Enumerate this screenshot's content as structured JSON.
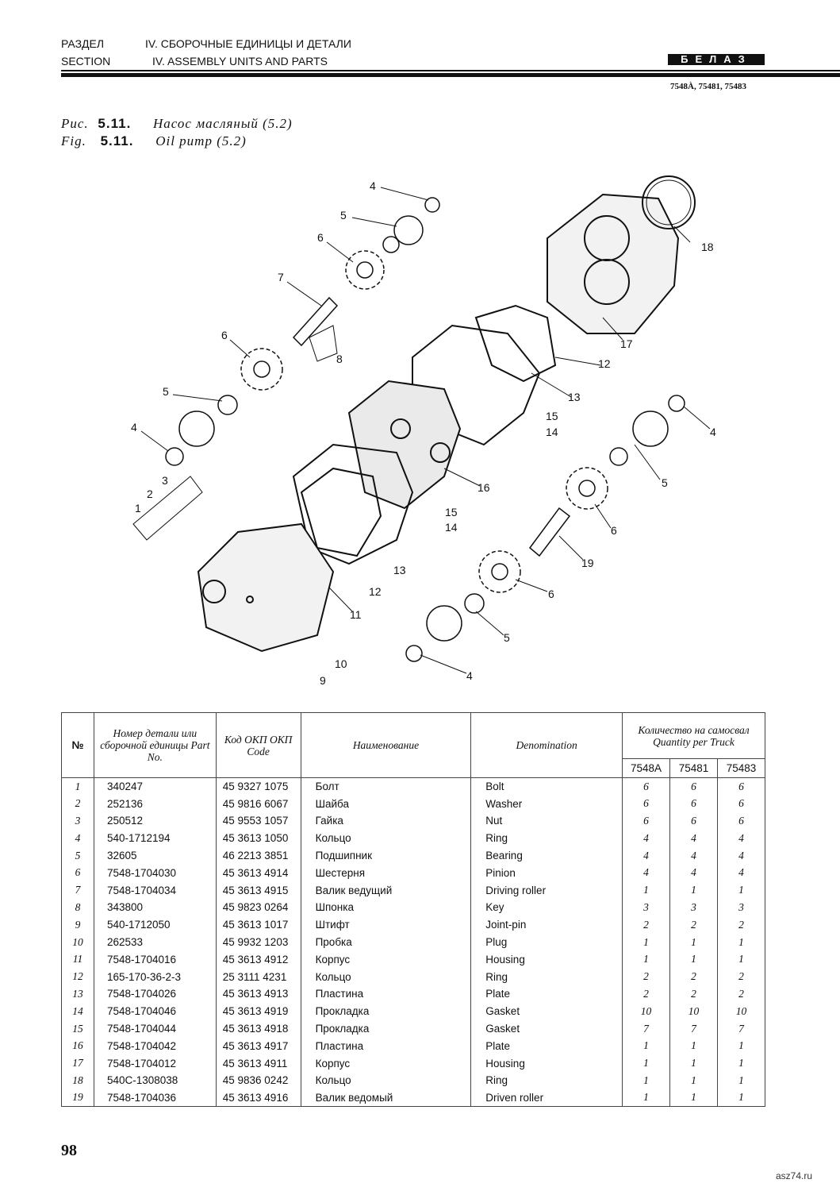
{
  "header": {
    "section_ru_label": "РАЗДЕЛ",
    "section_ru": "IV. СБОРОЧНЫЕ ЕДИНИЦЫ И ДЕТАЛИ",
    "section_en_label": "SECTION",
    "section_en": "IV. ASSEMBLY UNITS AND PARTS",
    "logo": "БЕЛАЗ",
    "models": "7548À, 75481, 75483"
  },
  "figure": {
    "ru_prefix": "Рис.",
    "number": "5.11.",
    "ru_title": "Насос масляный (5.2)",
    "en_prefix": "Fig.",
    "en_title": "Oil pump (5.2)",
    "callouts": [
      "4",
      "5",
      "6",
      "7",
      "6",
      "8",
      "5",
      "4",
      "3",
      "2",
      "1",
      "18",
      "17",
      "12",
      "13",
      "15",
      "14",
      "4",
      "16",
      "5",
      "15",
      "14",
      "6",
      "19",
      "13",
      "12",
      "6",
      "11",
      "5",
      "10",
      "4",
      "9"
    ]
  },
  "table": {
    "headers": {
      "no": "№",
      "part_no": "Номер детали или сборочной единицы Part No.",
      "okp": "Код ОКП ОКП Code",
      "name_ru": "Наименование",
      "name_en": "Denomination",
      "qty": "Количество на самосвал Quantity per Truck",
      "models": [
        "7548A",
        "75481",
        "75483"
      ]
    },
    "rows": [
      [
        "1",
        "340247",
        "45 9327 1075",
        "Болт",
        "Bolt",
        "6",
        "6",
        "6"
      ],
      [
        "2",
        "252136",
        "45 9816 6067",
        "Шайба",
        "Washer",
        "6",
        "6",
        "6"
      ],
      [
        "3",
        "250512",
        "45 9553 1057",
        "Гайка",
        "Nut",
        "6",
        "6",
        "6"
      ],
      [
        "4",
        "540-1712194",
        "45 3613 1050",
        "Кольцо",
        "Ring",
        "4",
        "4",
        "4"
      ],
      [
        "5",
        "32605",
        "46 2213 3851",
        "Подшипник",
        "Bearing",
        "4",
        "4",
        "4"
      ],
      [
        "6",
        "7548-1704030",
        "45 3613 4914",
        "Шестерня",
        "Pinion",
        "4",
        "4",
        "4"
      ],
      [
        "7",
        "7548-1704034",
        "45 3613 4915",
        "Валик ведущий",
        "Driving roller",
        "1",
        "1",
        "1"
      ],
      [
        "8",
        "343800",
        "45 9823 0264",
        "Шпонка",
        "Key",
        "3",
        "3",
        "3"
      ],
      [
        "9",
        "540-1712050",
        "45 3613 1017",
        "Штифт",
        "Joint-pin",
        "2",
        "2",
        "2"
      ],
      [
        "10",
        "262533",
        "45 9932 1203",
        "Пробка",
        "Plug",
        "1",
        "1",
        "1"
      ],
      [
        "11",
        "7548-1704016",
        "45 3613 4912",
        "Корпус",
        "Housing",
        "1",
        "1",
        "1"
      ],
      [
        "12",
        "165-170-36-2-3",
        "25 3111 4231",
        "Кольцо",
        "Ring",
        "2",
        "2",
        "2"
      ],
      [
        "13",
        "7548-1704026",
        "45 3613 4913",
        "Пластина",
        "Plate",
        "2",
        "2",
        "2"
      ],
      [
        "14",
        "7548-1704046",
        "45 3613 4919",
        "Прокладка",
        "Gasket",
        "10",
        "10",
        "10"
      ],
      [
        "15",
        "7548-1704044",
        "45 3613 4918",
        "Прокладка",
        "Gasket",
        "7",
        "7",
        "7"
      ],
      [
        "16",
        "7548-1704042",
        "45 3613 4917",
        "Пластина",
        "Plate",
        "1",
        "1",
        "1"
      ],
      [
        "17",
        "7548-1704012",
        "45 3613 4911",
        "Корпус",
        "Housing",
        "1",
        "1",
        "1"
      ],
      [
        "18",
        "540C-1308038",
        "45 9836 0242",
        "Кольцо",
        "Ring",
        "1",
        "1",
        "1"
      ],
      [
        "19",
        "7548-1704036",
        "45 3613 4916",
        "Валик ведомый",
        "Driven roller",
        "1",
        "1",
        "1"
      ]
    ]
  },
  "footer": {
    "page": "98",
    "watermark": "asz74.ru"
  }
}
